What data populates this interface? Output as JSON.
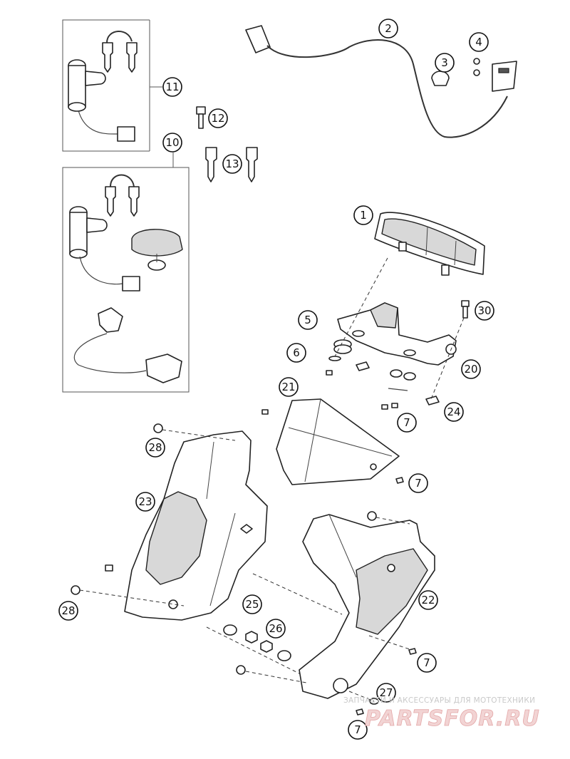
{
  "callouts": [
    {
      "label": "1"
    },
    {
      "label": "2"
    },
    {
      "label": "3"
    },
    {
      "label": "4"
    },
    {
      "label": "5"
    },
    {
      "label": "6"
    },
    {
      "label": "7"
    },
    {
      "label": "7"
    },
    {
      "label": "7"
    },
    {
      "label": "7"
    },
    {
      "label": "10"
    },
    {
      "label": "11"
    },
    {
      "label": "12"
    },
    {
      "label": "13"
    },
    {
      "label": "20"
    },
    {
      "label": "21"
    },
    {
      "label": "22"
    },
    {
      "label": "23"
    },
    {
      "label": "24"
    },
    {
      "label": "25"
    },
    {
      "label": "26"
    },
    {
      "label": "27"
    },
    {
      "label": "28"
    },
    {
      "label": "28"
    },
    {
      "label": "30"
    }
  ],
  "watermark": {
    "tagline": "ЗАПЧАСТИ И АКСЕССУАРЫ ДЛЯ МОТОТЕХНИКИ",
    "brand": "PARTSFOR.RU"
  }
}
